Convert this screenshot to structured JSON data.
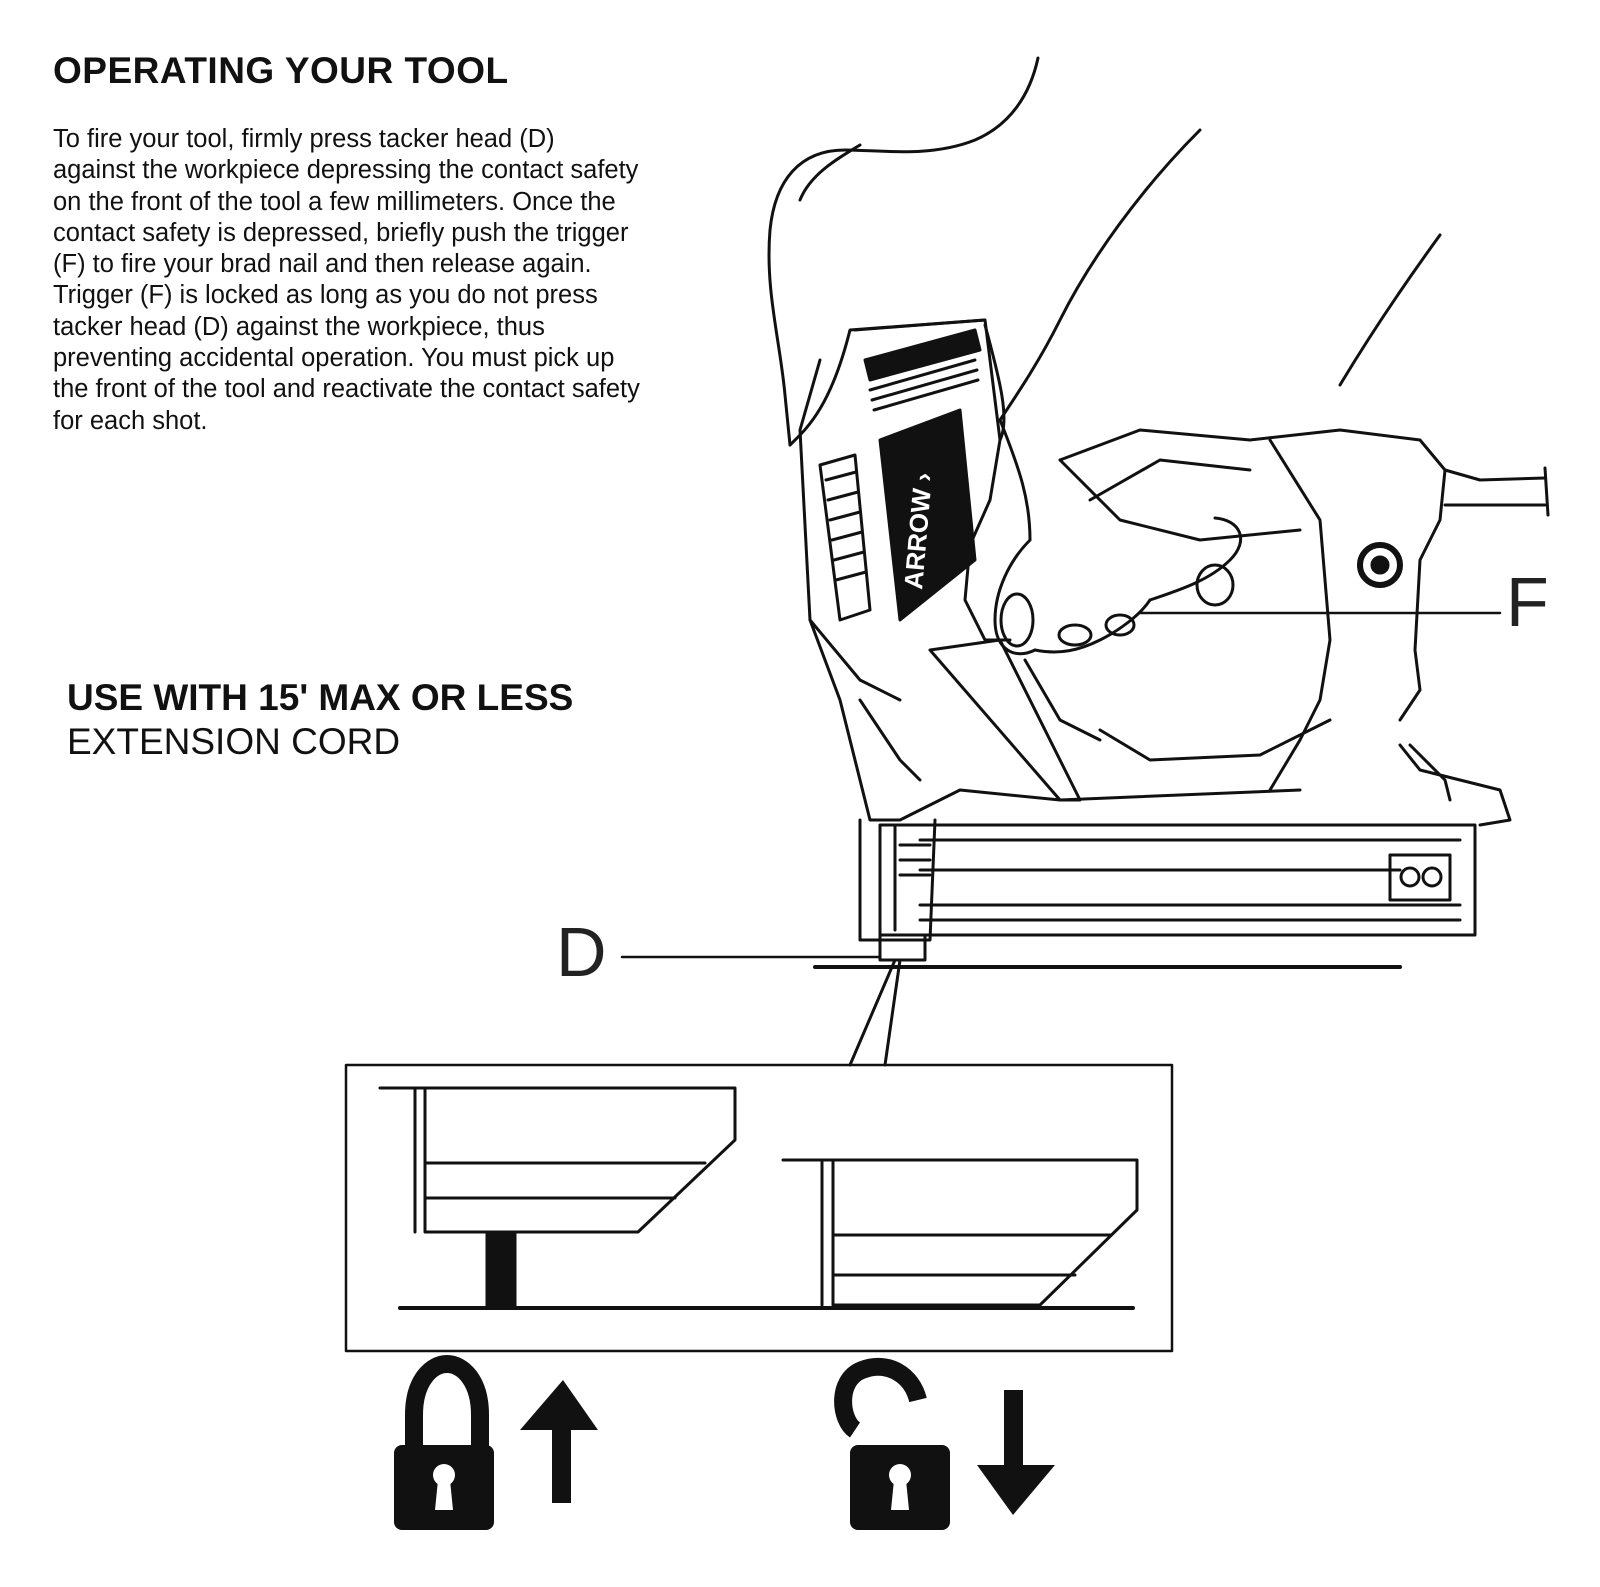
{
  "heading": "OPERATING YOUR TOOL",
  "body_lines": [
    "To fire your tool, firmly press tacker head (D)",
    "against the workpiece depressing the contact safety",
    "on the front of the tool a few millimeters. Once the",
    "contact safety is depressed, briefly push the trigger",
    "(F) to fire your brad nail and then release again.",
    "Trigger (F) is locked as long as you do not press",
    "tacker head (D) against the workpiece, thus",
    "preventing accidental operation. You must pick up",
    "the front of the tool and reactivate the contact safety",
    "for each shot."
  ],
  "note": {
    "strong": "USE WITH 15' MAX OR LESS",
    "light": "EXTENSION CORD"
  },
  "callouts": {
    "d": "D",
    "f": "F"
  },
  "brand_logo": "ARROW",
  "icons": [
    "hand-holding-tool",
    "brad-nailer",
    "locked-padlock-icon",
    "up-arrow-icon",
    "unlocked-padlock-icon",
    "down-arrow-icon"
  ]
}
